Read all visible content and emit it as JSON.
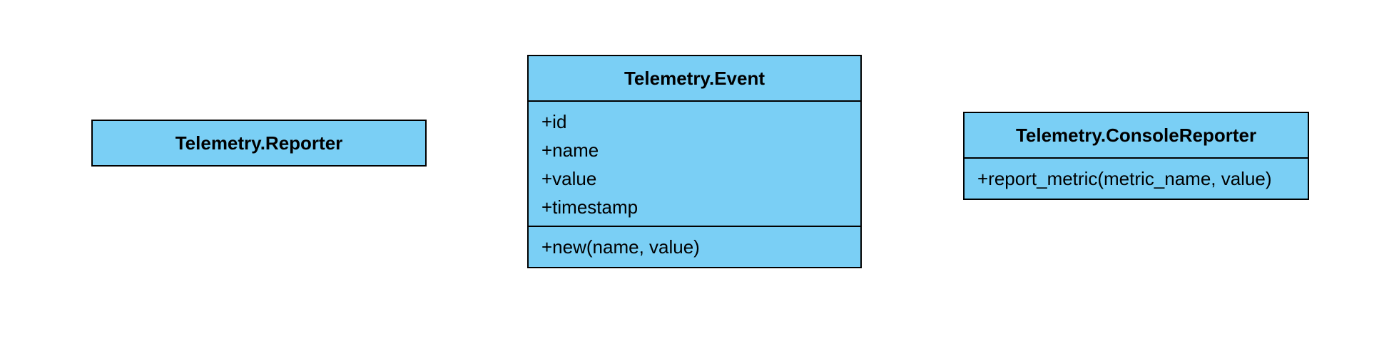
{
  "classes": {
    "reporter": {
      "name": "Telemetry.Reporter"
    },
    "event": {
      "name": "Telemetry.Event",
      "attributes": [
        "+id",
        "+name",
        "+value",
        "+timestamp"
      ],
      "operations": [
        "+new(name, value)"
      ]
    },
    "console_reporter": {
      "name": "Telemetry.ConsoleReporter",
      "operations": [
        "+report_metric(metric_name, value)"
      ]
    }
  },
  "colors": {
    "class_fill": "#7acff5",
    "class_border": "#000000",
    "background": "#ffffff"
  }
}
